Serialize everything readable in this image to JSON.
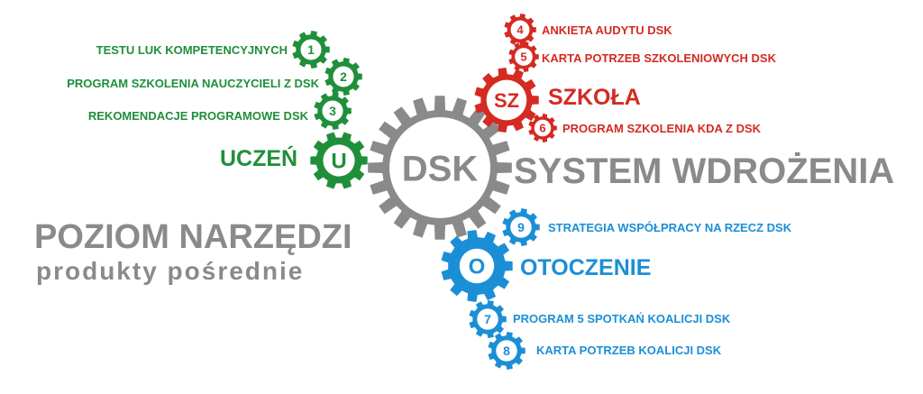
{
  "center": {
    "label": "DSK",
    "caption": "SYSTEM WDROŻENIA"
  },
  "level": {
    "title": "POZIOM NARZĘDZI",
    "subtitle": "produkty pośrednie"
  },
  "uczen": {
    "label": "UCZEŃ",
    "gear_letter": "U",
    "color": "#1f8f3a",
    "items": [
      {
        "num": "1",
        "text": "TESTU LUK KOMPETENCYJNYCH"
      },
      {
        "num": "2",
        "text": "PROGRAM SZKOLENIA NAUCZYCIELI Z DSK"
      },
      {
        "num": "3",
        "text": "REKOMENDACJE PROGRAMOWE DSK"
      }
    ]
  },
  "szkola": {
    "label": "SZKOŁA",
    "gear_letter": "SZ",
    "color": "#d42a22",
    "items": [
      {
        "num": "4",
        "text": "ANKIETA AUDYTU DSK"
      },
      {
        "num": "5",
        "text": "KARTA POTRZEB SZKOLENIOWYCH DSK"
      },
      {
        "num": "6",
        "text": "PROGRAM SZKOLENIA KDA Z DSK"
      }
    ]
  },
  "otoczenie": {
    "label": "OTOCZENIE",
    "gear_letter": "O",
    "color": "#1b8fd6",
    "items": [
      {
        "num": "9",
        "text": "STRATEGIA WSPÓŁPRACY NA RZECZ DSK"
      },
      {
        "num": "7",
        "text": "PROGRAM 5 SPOTKAŃ KOALICJI DSK"
      },
      {
        "num": "8",
        "text": "KARTA POTRZEB KOALICJI DSK"
      }
    ]
  },
  "colors": {
    "grey": "#8a8a8a"
  }
}
